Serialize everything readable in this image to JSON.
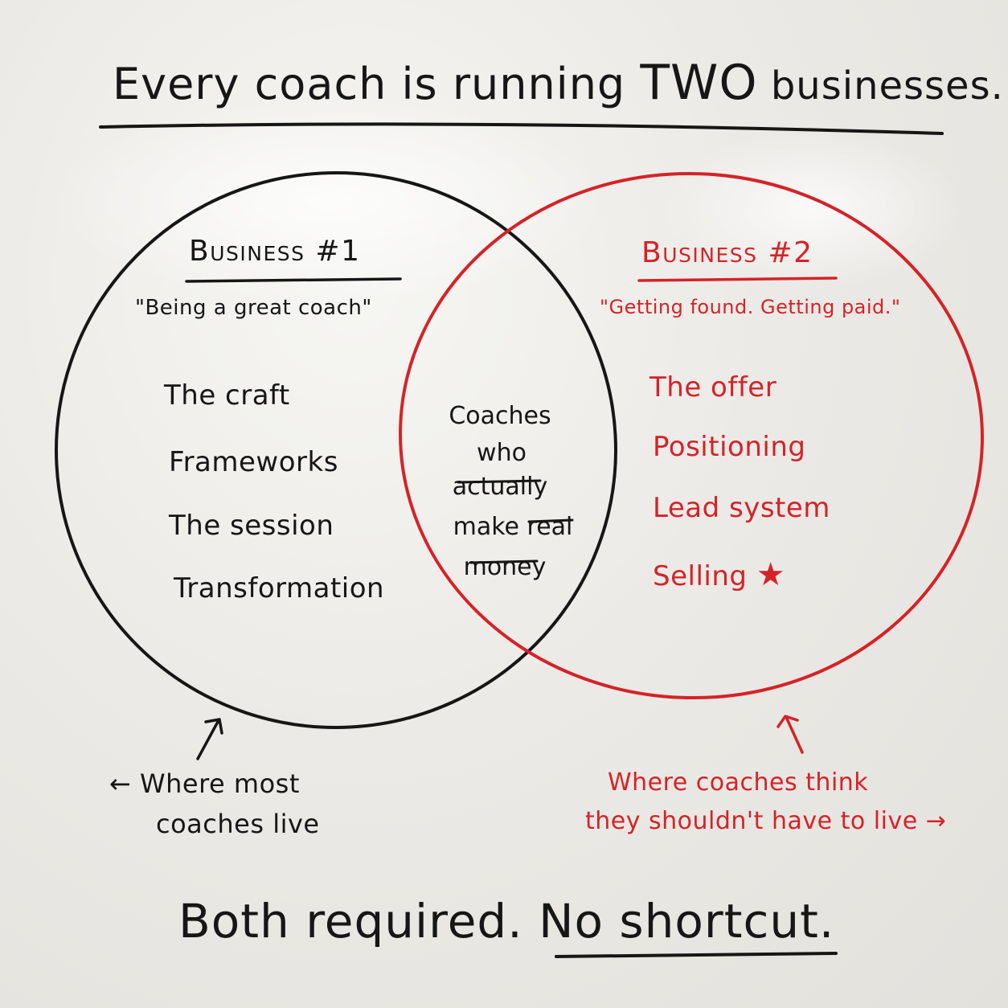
{
  "title": {
    "prefix": "Every coach is running ",
    "emphasis": "TWO",
    "suffix": " businesses."
  },
  "business1": {
    "heading": "Business #1",
    "quote": "\"Being a great coach\"",
    "items": [
      "The craft",
      "Frameworks",
      "The session",
      "Transformation"
    ],
    "note_arrow": "←",
    "note_line1": "Where most",
    "note_line2": "coaches live"
  },
  "business2": {
    "heading": "Business #2",
    "quote": "\"Getting found. Getting paid.\"",
    "items": [
      "The offer",
      "Positioning",
      "Lead system",
      "Selling"
    ],
    "star": "★",
    "note_line1": "Where coaches think",
    "note_line2": "they shouldn't have to live",
    "note_arrow": "→"
  },
  "intersection": {
    "line1": "Coaches",
    "line2": "who",
    "line3": "actually",
    "line4_a": "make",
    "line4_b": "real",
    "line5": "money"
  },
  "footer": {
    "part1": "Both required.",
    "part2": "No shortcut."
  },
  "colors": {
    "marker_black": "#161616",
    "marker_red": "#d42328",
    "board": "#ecebe7"
  }
}
